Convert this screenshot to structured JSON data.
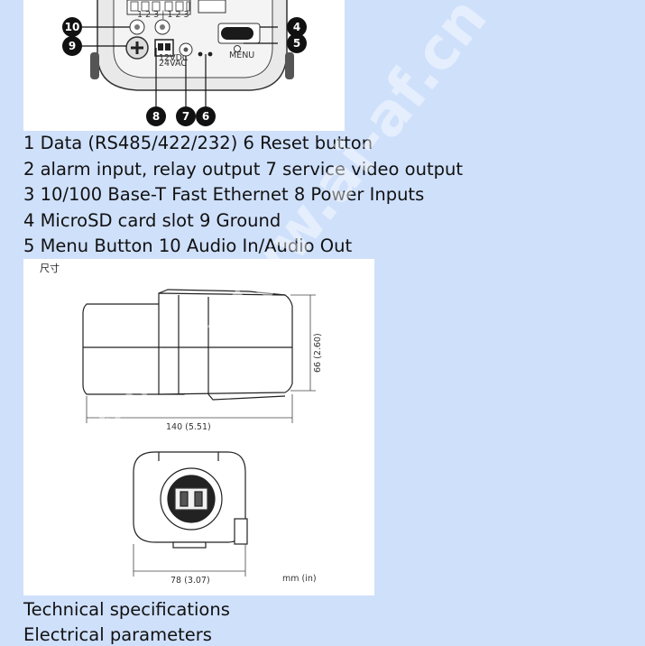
{
  "legend": [
    "1 Data (RS485/422/232) 6 Reset button",
    "2 alarm input, relay output 7 service video output",
    "3 10/100 Base-T Fast Ethernet 8 Power Inputs",
    "4 MicroSD card slot 9 Ground",
    "5 Menu Button 10 Audio In/Audio Out"
  ],
  "callouts": {
    "c10": "10",
    "c9": "9",
    "c8": "8",
    "c7": "7",
    "c6": "6",
    "c5": "5",
    "c4": "4"
  },
  "panel_labels": {
    "power_label_line1": "12VDC",
    "power_label_line2": "24VAC",
    "menu_label": "MENU",
    "terminal_numbers": "1  2  3 | 1  2  3"
  },
  "dimensions": {
    "title": "尺寸",
    "height": "66 (2.60)",
    "length": "140 (5.51)",
    "width": "78 (3.07)",
    "unit_note": "mm (in)"
  },
  "sections": {
    "technical_specifications": "Technical specifications",
    "electrical_parameters": "Electrical parameters"
  },
  "watermark": {
    "main": "www.ai-af.cn",
    "logo": "ai-af"
  }
}
